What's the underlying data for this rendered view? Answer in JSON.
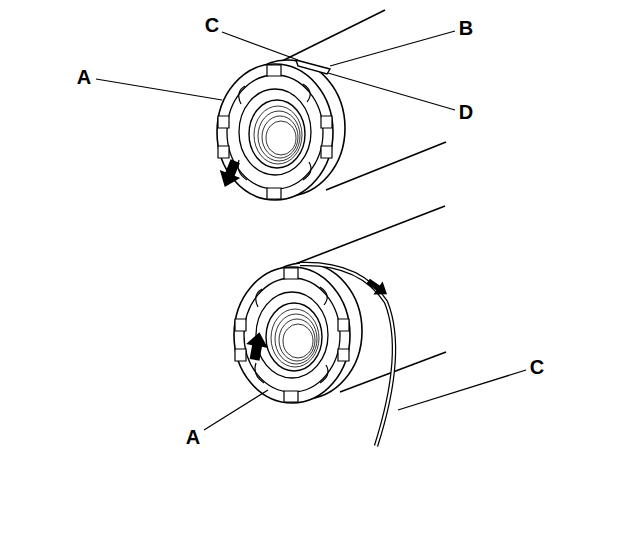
{
  "diagram": {
    "labels": [
      "C",
      "B",
      "A",
      "D",
      "C",
      "A"
    ]
  }
}
